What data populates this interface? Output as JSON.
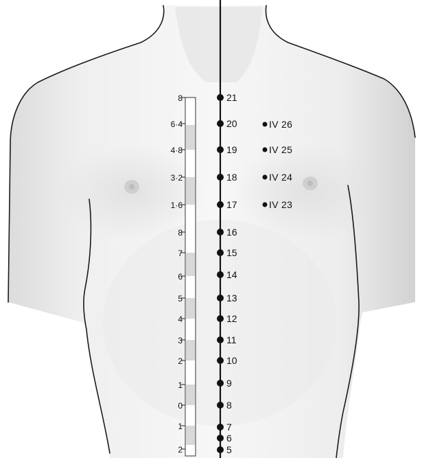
{
  "meridian_points": [
    {
      "label": "21"
    },
    {
      "label": "20"
    },
    {
      "label": "19"
    },
    {
      "label": "18"
    },
    {
      "label": "17"
    },
    {
      "label": "16"
    },
    {
      "label": "15"
    },
    {
      "label": "14"
    },
    {
      "label": "13"
    },
    {
      "label": "12"
    },
    {
      "label": "11"
    },
    {
      "label": "10"
    },
    {
      "label": "9"
    },
    {
      "label": "8"
    },
    {
      "label": "7"
    },
    {
      "label": "6"
    },
    {
      "label": "5"
    }
  ],
  "lateral_points": [
    {
      "label": "IV 26"
    },
    {
      "label": "IV 25"
    },
    {
      "label": "IV 24"
    },
    {
      "label": "IV 23"
    }
  ],
  "scale_ticks": [
    {
      "label": "8"
    },
    {
      "label": "6·4"
    },
    {
      "label": "4·8"
    },
    {
      "label": "3·2"
    },
    {
      "label": "1·6"
    },
    {
      "label": "8"
    },
    {
      "label": "7"
    },
    {
      "label": "6"
    },
    {
      "label": "5"
    },
    {
      "label": "4"
    },
    {
      "label": "3"
    },
    {
      "label": "2"
    },
    {
      "label": "1"
    },
    {
      "label": "0"
    },
    {
      "label": "1"
    },
    {
      "label": "2"
    }
  ]
}
